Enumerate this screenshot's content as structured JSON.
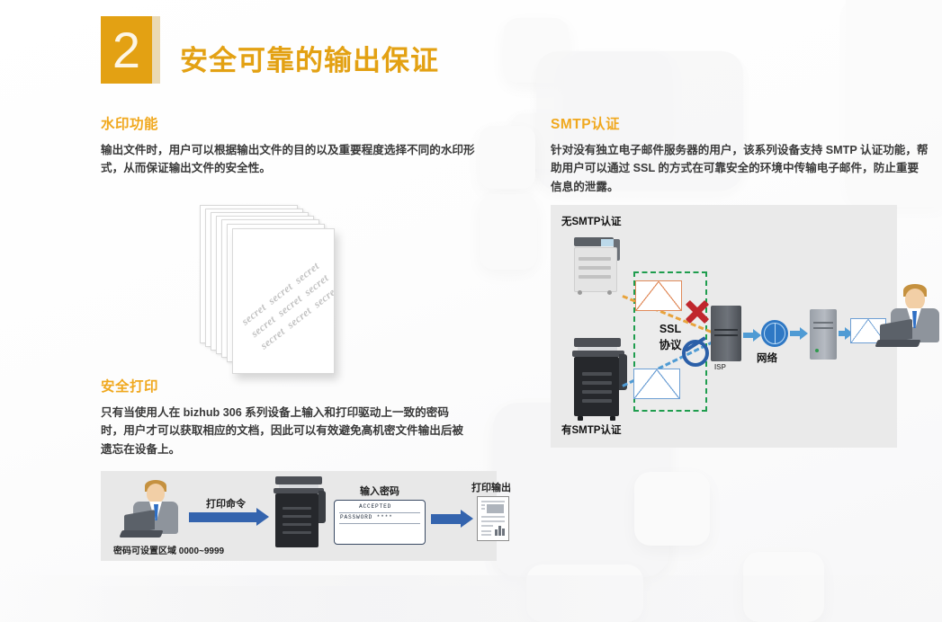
{
  "header": {
    "number": "2",
    "title": "安全可靠的输出保证"
  },
  "sections": {
    "watermark": {
      "heading": "水印功能",
      "body": "输出文件时，用户可以根据输出文件的目的以及重要程度选择不同的水印形式，从而保证输出文件的安全性。"
    },
    "smtp": {
      "heading": "SMTP认证",
      "body": "针对没有独立电子邮件服务器的用户，该系列设备支持 SMTP 认证功能，帮助用户可以通过 SSL 的方式在可靠安全的环境中传输电子邮件，防止重要信息的泄露。"
    },
    "secure_print": {
      "heading": "安全打印",
      "body": "只有当使用人在 bizhub 306 系列设备上输入和打印驱动上一致的密码时，用户才可以获取相应的文档，因此可以有效避免高机密文件输出后被遗忘在设备上。"
    }
  },
  "watermark_art": {
    "watermark_text": "secret",
    "rows": [
      [
        "secret",
        "secret",
        "secret"
      ],
      [
        "secret",
        "secret",
        "secret"
      ],
      [
        "secret",
        "secret",
        "secret"
      ]
    ]
  },
  "secure_print_diagram": {
    "print_command_label": "打印命令",
    "enter_password_label": "输入密码",
    "print_output_label": "打印输出",
    "password_range_label": "密码可设置区域 0000~9999",
    "panel_line1": "ACCEPTED",
    "panel_line2": "PASSWORD ****"
  },
  "smtp_diagram": {
    "no_auth_label": "无SMTP认证",
    "with_auth_label": "有SMTP认证",
    "ssl_label_line1": "SSL",
    "ssl_label_line2": "协议",
    "isp_label": "ISP",
    "network_label": "网络"
  },
  "colors": {
    "brand_orange": "#e3a113",
    "heading_orange": "#f0a81e",
    "ssl_green": "#1f9d4e",
    "arrow_blue": "#3464ae",
    "blocked_red": "#c0272d",
    "panel_gray": "#eaeaea",
    "strip_gray": "#e8e8e8"
  }
}
